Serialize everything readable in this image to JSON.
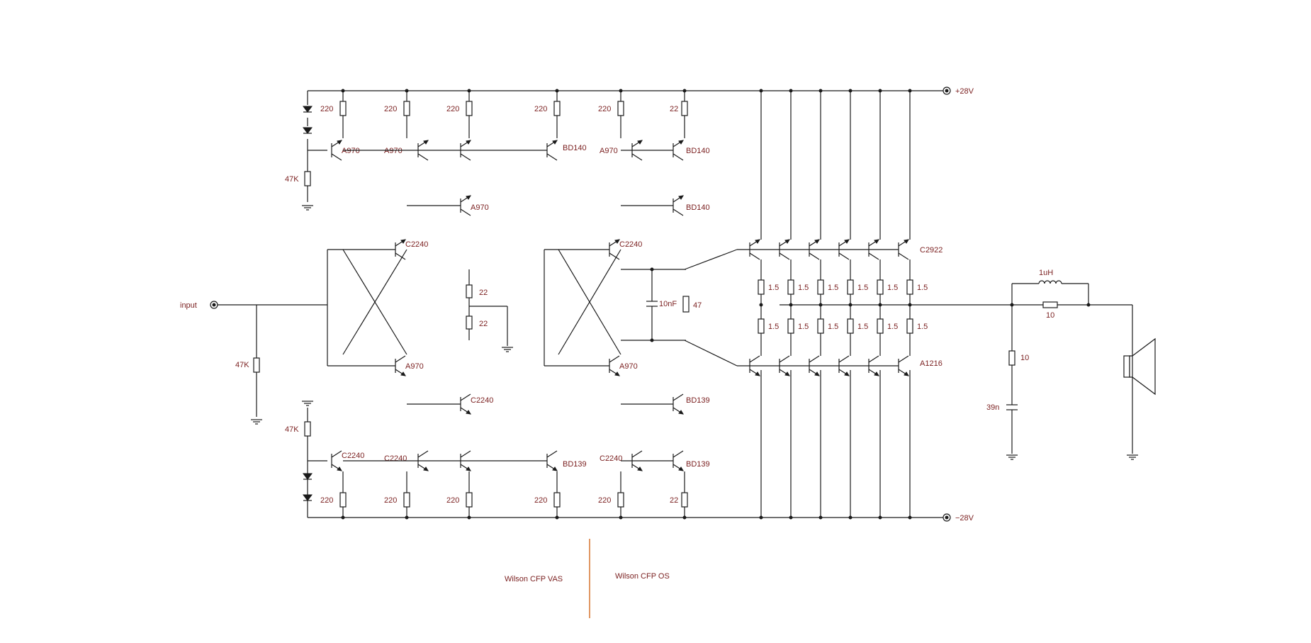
{
  "rails": {
    "positive": "+28V",
    "negative": "−28V"
  },
  "input_label": "input",
  "sections": {
    "vas": "Wilson CFP  VAS",
    "os": "Wilson CFP  OS"
  },
  "labels": {
    "r220": "220",
    "r22": "22",
    "r47k": "47K",
    "r47": "47",
    "r1_5": "1.5",
    "r10": "10",
    "c10n": "10nF",
    "c39n": "39n",
    "l1u": "1uH",
    "a970": "A970",
    "c2240": "C2240",
    "bd140": "BD140",
    "bd139": "BD139",
    "c2922": "C2922",
    "a1216": "A1216"
  },
  "icons": [
    "diode-icon",
    "ground-icon",
    "speaker-icon",
    "terminal-icon",
    "transistor-icon"
  ]
}
